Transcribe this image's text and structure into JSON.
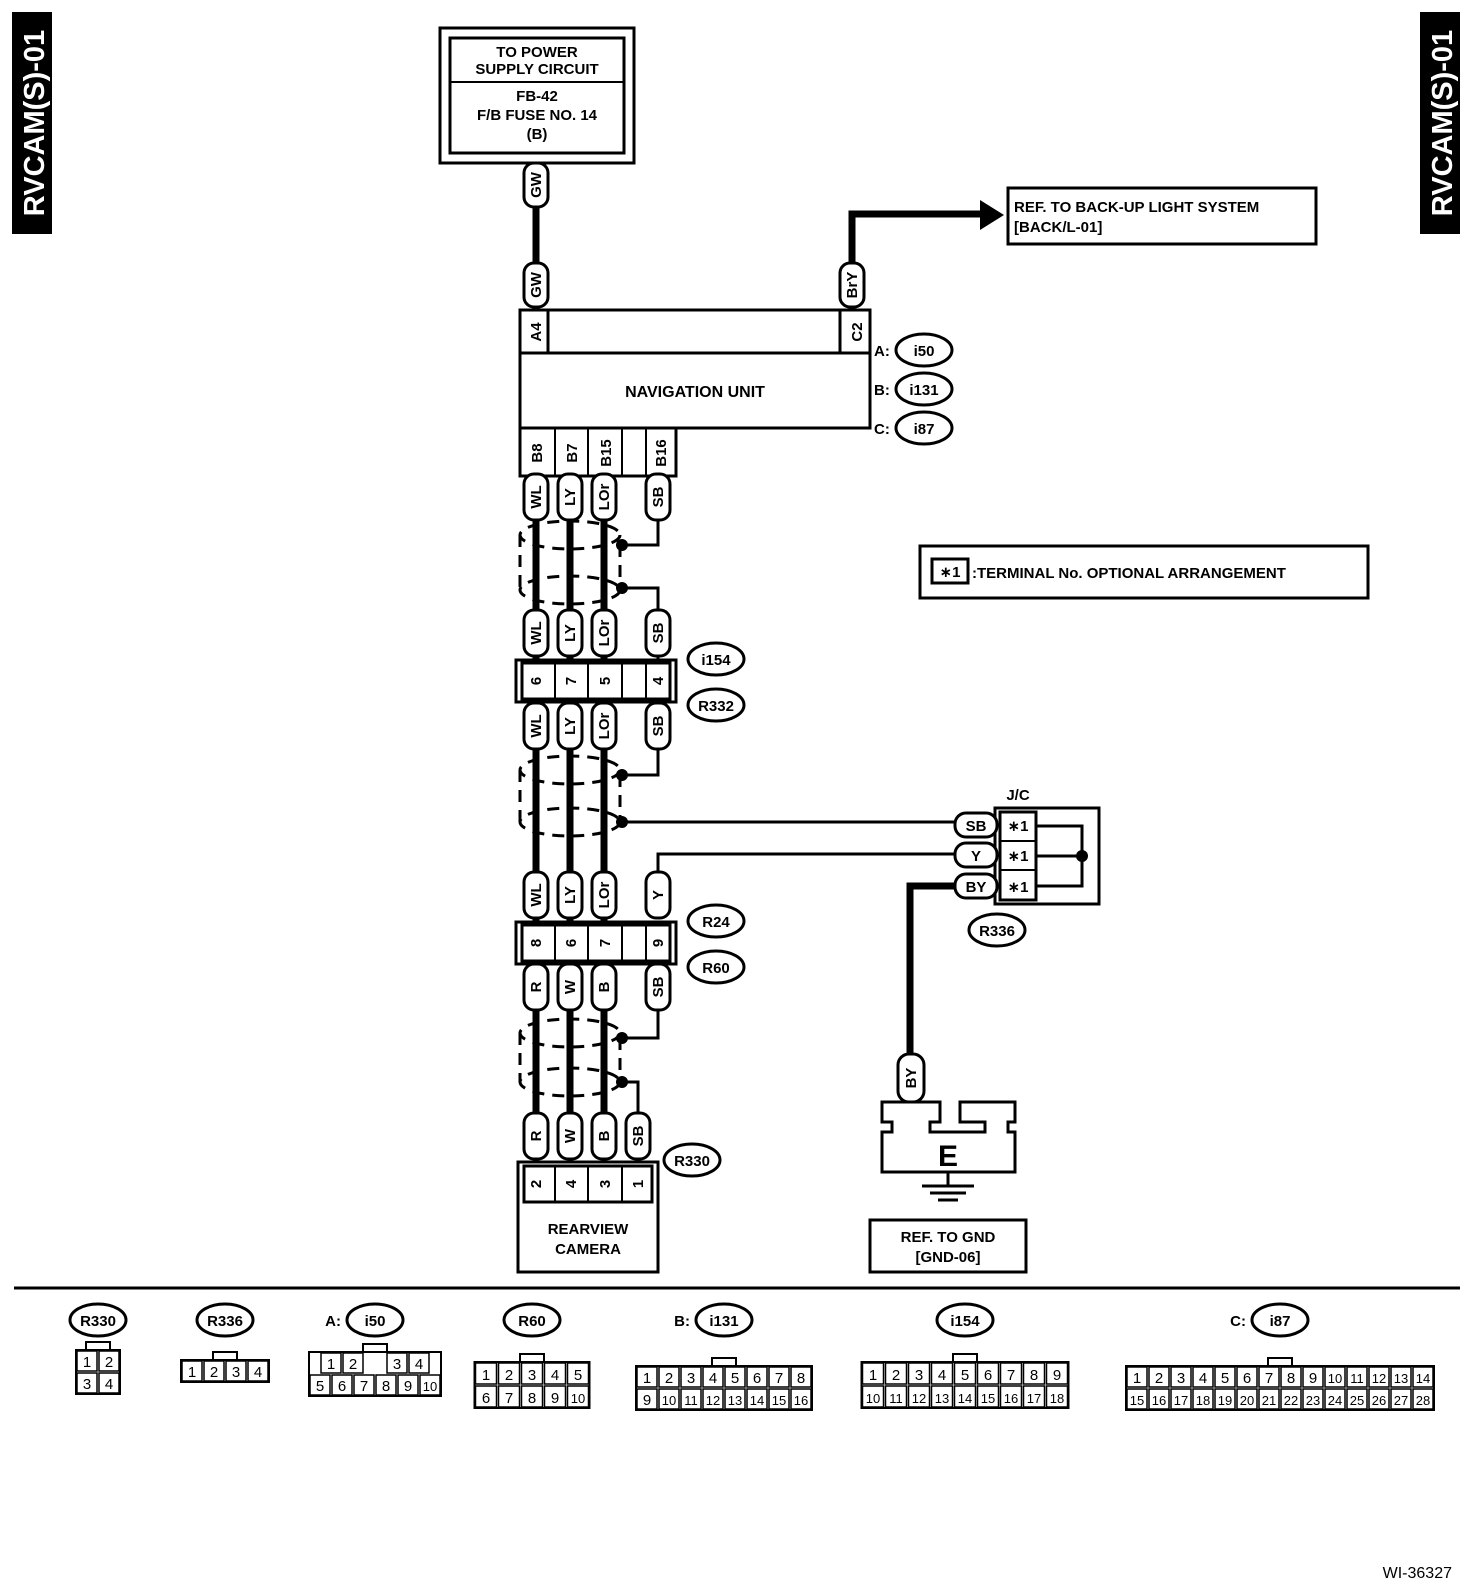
{
  "page_id_left": "RVCAM(S)-01",
  "page_id_right": "RVCAM(S)-01",
  "power": {
    "line1": "TO POWER",
    "line2": "SUPPLY CIRCUIT",
    "line3": "FB-42",
    "line4": "F/B FUSE NO. 14",
    "line5": "(B)"
  },
  "backup_ref": {
    "line1": "REF. TO BACK-UP LIGHT SYSTEM",
    "line2": "[BACK/L-01]"
  },
  "nav_unit": {
    "label": "NAVIGATION UNIT",
    "conn_a_prefix": "A:",
    "conn_a": "i50",
    "conn_b_prefix": "B:",
    "conn_b": "i131",
    "conn_c_prefix": "C:",
    "conn_c": "i87",
    "top_pins": [
      "A4",
      "C2"
    ],
    "bottom_pins": [
      "B8",
      "B7",
      "B15",
      "B16"
    ]
  },
  "wire_colors": {
    "gw": "GW",
    "bry": "BrY",
    "wl": "WL",
    "ly": "LY",
    "lor": "LOr",
    "sb": "SB",
    "y": "Y",
    "by": "BY",
    "r": "R",
    "w": "W",
    "b": "B"
  },
  "legend": {
    "mark": "∗1",
    "text": ":TERMINAL No. OPTIONAL ARRANGEMENT"
  },
  "conn_i154": {
    "label": "i154",
    "label2": "R332",
    "pins": [
      "6",
      "7",
      "5",
      "4"
    ]
  },
  "conn_r24": {
    "label": "R24",
    "label2": "R60",
    "pins": [
      "8",
      "6",
      "7",
      "9"
    ]
  },
  "jc": {
    "title": "J/C",
    "connector": "R336",
    "mark": "∗1"
  },
  "camera": {
    "line1": "REARVIEW",
    "line2": "CAMERA",
    "connector": "R330",
    "pins": [
      "2",
      "4",
      "3",
      "1"
    ]
  },
  "ground": {
    "letter": "E",
    "line1": "REF. TO GND",
    "line2": "[GND-06]"
  },
  "connector_views": [
    {
      "label": "R330",
      "prefix": "",
      "rows": [
        [
          "1",
          "2"
        ],
        [
          "3",
          "4"
        ]
      ]
    },
    {
      "label": "R336",
      "prefix": "",
      "rows": [
        [
          "1",
          "2",
          "3",
          "4"
        ]
      ]
    },
    {
      "label": "i50",
      "prefix": "A:",
      "rows": [
        [
          "1",
          "2",
          "",
          "3",
          "4"
        ],
        [
          "5",
          "6",
          "7",
          "8",
          "9",
          "10"
        ]
      ]
    },
    {
      "label": "R60",
      "prefix": "",
      "rows": [
        [
          "1",
          "2",
          "3",
          "4",
          "5"
        ],
        [
          "6",
          "7",
          "8",
          "9",
          "10"
        ]
      ]
    },
    {
      "label": "i131",
      "prefix": "B:",
      "rows": [
        [
          "1",
          "2",
          "3",
          "4",
          "5",
          "6",
          "7",
          "8"
        ],
        [
          "9",
          "10",
          "11",
          "12",
          "13",
          "14",
          "15",
          "16"
        ]
      ]
    },
    {
      "label": "i154",
      "prefix": "",
      "rows": [
        [
          "1",
          "2",
          "3",
          "4",
          "5",
          "6",
          "7",
          "8",
          "9"
        ],
        [
          "10",
          "11",
          "12",
          "13",
          "14",
          "15",
          "16",
          "17",
          "18"
        ]
      ]
    },
    {
      "label": "i87",
      "prefix": "C:",
      "rows": [
        [
          "1",
          "2",
          "3",
          "4",
          "5",
          "6",
          "7",
          "8",
          "9",
          "10",
          "11",
          "12",
          "13",
          "14"
        ],
        [
          "15",
          "16",
          "17",
          "18",
          "19",
          "20",
          "21",
          "22",
          "23",
          "24",
          "25",
          "26",
          "27",
          "28"
        ]
      ]
    }
  ],
  "figure_id": "WI-36327"
}
